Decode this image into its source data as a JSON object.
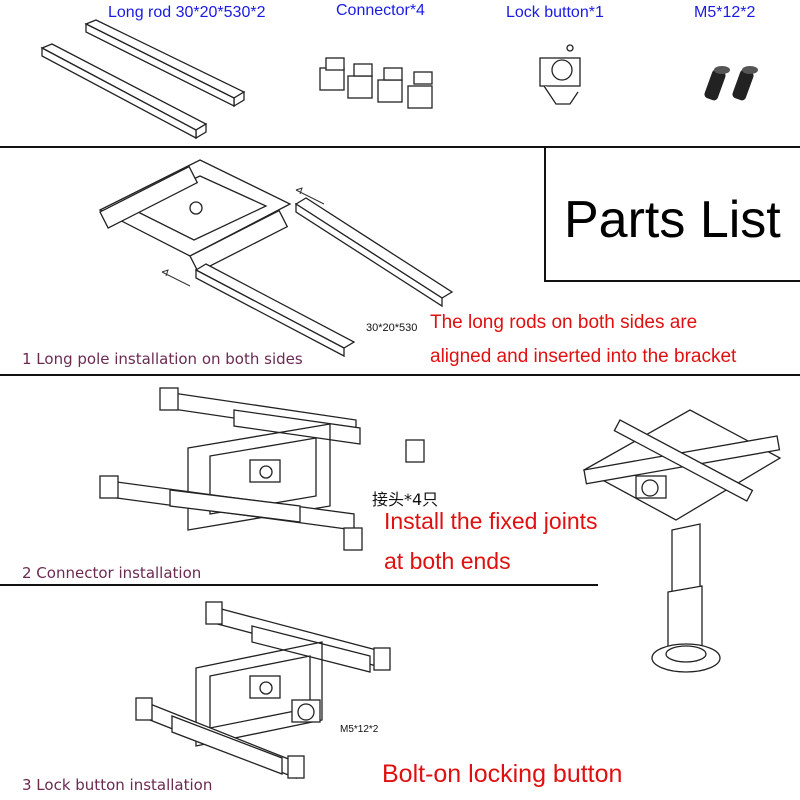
{
  "parts": {
    "long_rod": "Long rod 30*20*530*2",
    "connector": "Connector*4",
    "lock_button": "Lock button*1",
    "screw": "M5*12*2"
  },
  "title": "Parts List",
  "steps": {
    "step1": {
      "label": "1 Long pole installation on both sides",
      "dimension": "30*20*530",
      "note_line1": "The long rods on both sides are",
      "note_line2": "aligned and inserted into the bracket"
    },
    "step2": {
      "label": "2 Connector installation",
      "chinese_note": "接头*4只",
      "note_line1": "Install the fixed joints",
      "note_line2": "at both ends"
    },
    "step3": {
      "label": "3 Lock button installation",
      "screw_label": "M5*12*2",
      "note": "Bolt-on locking button"
    }
  }
}
